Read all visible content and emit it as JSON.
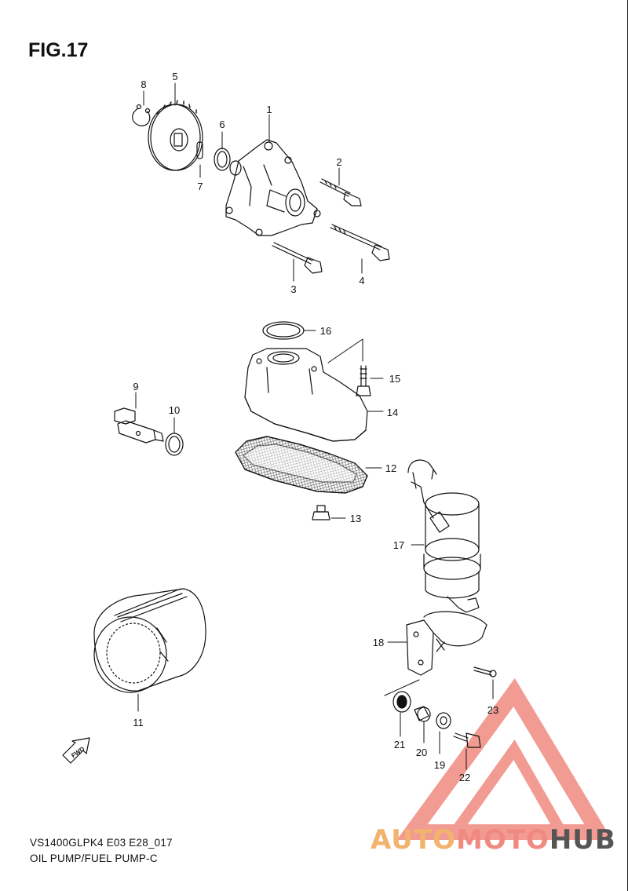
{
  "figure": {
    "title": "FIG.17"
  },
  "footer": {
    "model_code": "VS1400GLPK4 E03 E28_017",
    "caption": "OIL PUMP/FUEL PUMP-C"
  },
  "fwd_arrow": {
    "label": "FWD"
  },
  "watermark": {
    "word_a": "AUTO",
    "word_b": "MOTO",
    "word_c": "HUB",
    "colors": {
      "orange": "#f2b36e",
      "red": "#f08a80",
      "gray": "#555555"
    }
  },
  "callouts": [
    "1",
    "2",
    "3",
    "4",
    "5",
    "6",
    "7",
    "8",
    "9",
    "10",
    "11",
    "12",
    "13",
    "14",
    "15",
    "16",
    "17",
    "18",
    "19",
    "20",
    "21",
    "22",
    "23"
  ]
}
